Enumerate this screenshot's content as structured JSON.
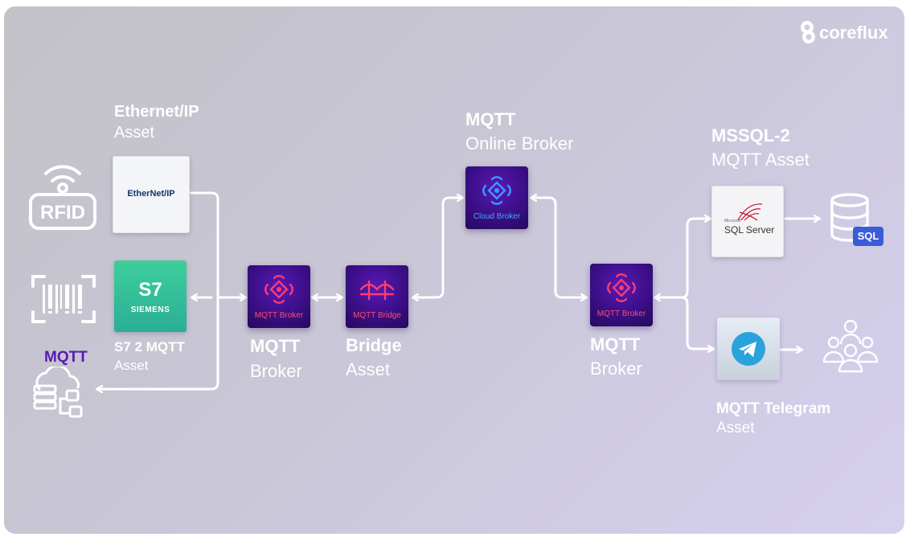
{
  "brand": {
    "name": "coreflux"
  },
  "labels": {
    "ethernetip_title": "Ethernet/IP",
    "ethernetip_sub": "Asset",
    "s7_title": "S7 2 MQTT",
    "s7_sub": "Asset",
    "mqtt_cloud_tag": "MQTT",
    "broker1_title": "MQTT",
    "broker1_sub": "Broker",
    "bridge_title": "Bridge",
    "bridge_sub": "Asset",
    "online_title": "MQTT",
    "online_sub": "Online Broker",
    "broker2_title": "MQTT",
    "broker2_sub": "Broker",
    "mssql_title": "MSSQL-2",
    "mssql_sub": "MQTT Asset",
    "telegram_title": "MQTT Telegram",
    "telegram_sub": "Asset"
  },
  "tiles": {
    "broker1": "MQTT Broker",
    "bridge": "MQTT Bridge",
    "cloud": "Cloud Broker",
    "broker2": "MQTT Broker"
  },
  "cards": {
    "ethernetip_logo": "EtherNet/IP",
    "s7_logo": "S7",
    "s7_brand": "SIEMENS",
    "sql_small": "Microsoft",
    "sql_logo": "SQL Server",
    "sql_badge": "SQL",
    "rfid_text": "RFID"
  },
  "colors": {
    "tile_bg": "#3a0f86",
    "tile_label": "#ff4d6d",
    "cloud_label": "#4aa3ff",
    "mqtt_tag": "#5a1ab3",
    "sql_badge": "#3b5bdb",
    "telegram": "#2aa3dc",
    "s7_gradient_top": "#3ecf9a"
  }
}
